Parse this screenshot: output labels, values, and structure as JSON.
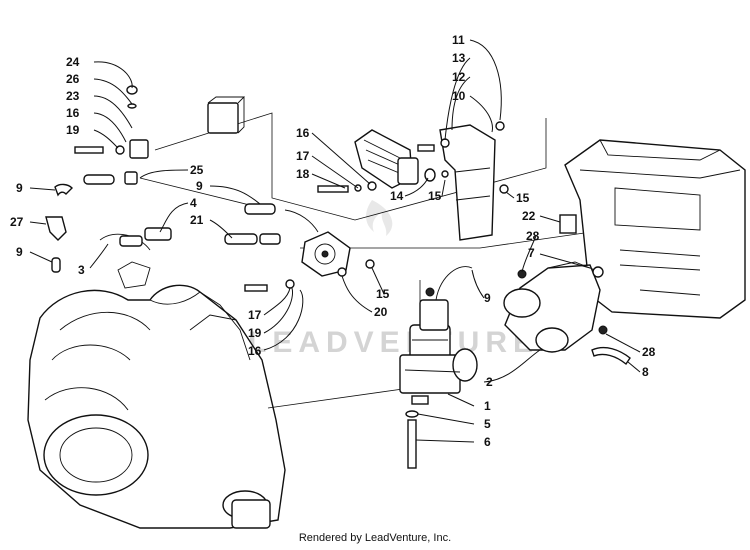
{
  "watermark": "LEADVENTURE",
  "footer": "Rendered by LeadVenture, Inc.",
  "callouts": [
    {
      "id": "c24",
      "text": "24"
    },
    {
      "id": "c26",
      "text": "26"
    },
    {
      "id": "c23",
      "text": "23"
    },
    {
      "id": "c16a",
      "text": "16"
    },
    {
      "id": "c19a",
      "text": "19"
    },
    {
      "id": "c25",
      "text": "25"
    },
    {
      "id": "c9a",
      "text": "9"
    },
    {
      "id": "c27",
      "text": "27"
    },
    {
      "id": "c9b",
      "text": "9"
    },
    {
      "id": "c3",
      "text": "3"
    },
    {
      "id": "c4",
      "text": "4"
    },
    {
      "id": "c9c",
      "text": "9"
    },
    {
      "id": "c21",
      "text": "21"
    },
    {
      "id": "c16b",
      "text": "16"
    },
    {
      "id": "c17a",
      "text": "17"
    },
    {
      "id": "c18",
      "text": "18"
    },
    {
      "id": "c11",
      "text": "11"
    },
    {
      "id": "c13",
      "text": "13"
    },
    {
      "id": "c12",
      "text": "12"
    },
    {
      "id": "c10",
      "text": "10"
    },
    {
      "id": "c14",
      "text": "14"
    },
    {
      "id": "c15a",
      "text": "15"
    },
    {
      "id": "c15b",
      "text": "15"
    },
    {
      "id": "c22",
      "text": "22"
    },
    {
      "id": "c28a",
      "text": "28"
    },
    {
      "id": "c7",
      "text": "7"
    },
    {
      "id": "c15c",
      "text": "15"
    },
    {
      "id": "c17b",
      "text": "17"
    },
    {
      "id": "c19b",
      "text": "19"
    },
    {
      "id": "c16c",
      "text": "16"
    },
    {
      "id": "c20",
      "text": "20"
    },
    {
      "id": "c9d",
      "text": "9"
    },
    {
      "id": "c28b",
      "text": "28"
    },
    {
      "id": "c8",
      "text": "8"
    },
    {
      "id": "c2",
      "text": "2"
    },
    {
      "id": "c1",
      "text": "1"
    },
    {
      "id": "c5",
      "text": "5"
    },
    {
      "id": "c6",
      "text": "6"
    }
  ]
}
